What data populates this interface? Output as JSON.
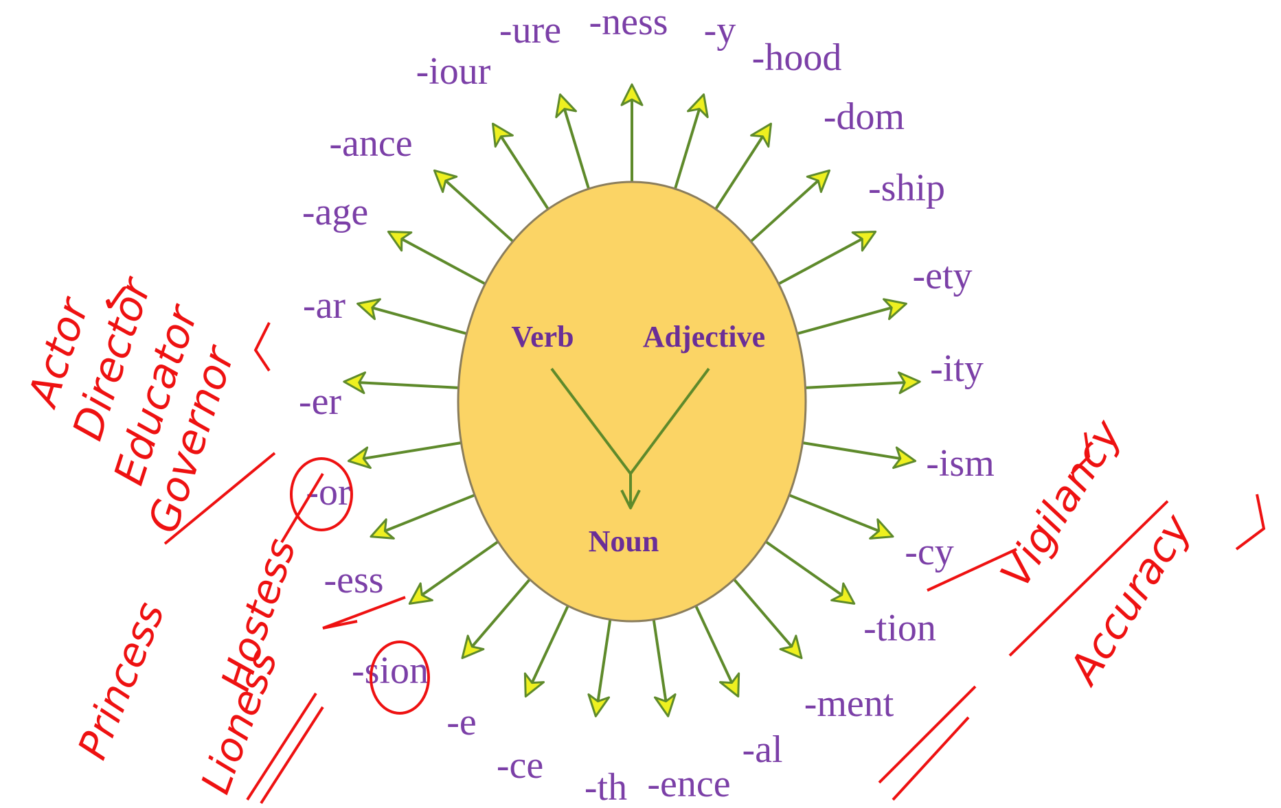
{
  "center": {
    "verb": "Verb",
    "adjective": "Adjective",
    "noun": "Noun"
  },
  "suffixes": [
    "-ness",
    "-y",
    "-hood",
    "-dom",
    "-ship",
    "-ety",
    "-ity",
    "-ism",
    "-cy",
    "-tion",
    "-ment",
    "-al",
    "-ence",
    "-th",
    "-ce",
    "-e",
    "-sion",
    "-ess",
    "-or",
    "-er",
    "-ar",
    "-age",
    "-ance",
    "-iour",
    "-ure"
  ],
  "handwriting": {
    "left_words": [
      "Actor",
      "Director",
      "Educator",
      "Governor"
    ],
    "mid_words": [
      "Princess",
      "Hostess",
      "Lioness"
    ],
    "right_words": [
      "Vigilancy",
      "Accuracy"
    ]
  },
  "colors": {
    "oval_fill": "#fbd465",
    "oval_stroke": "#8a7d5c",
    "arrow_line": "#5e8a2b",
    "arrow_head": "#eef020",
    "suffix_text": "#7b3fa7",
    "center_text": "#6a2e97",
    "handwriting": "#ee1111"
  }
}
